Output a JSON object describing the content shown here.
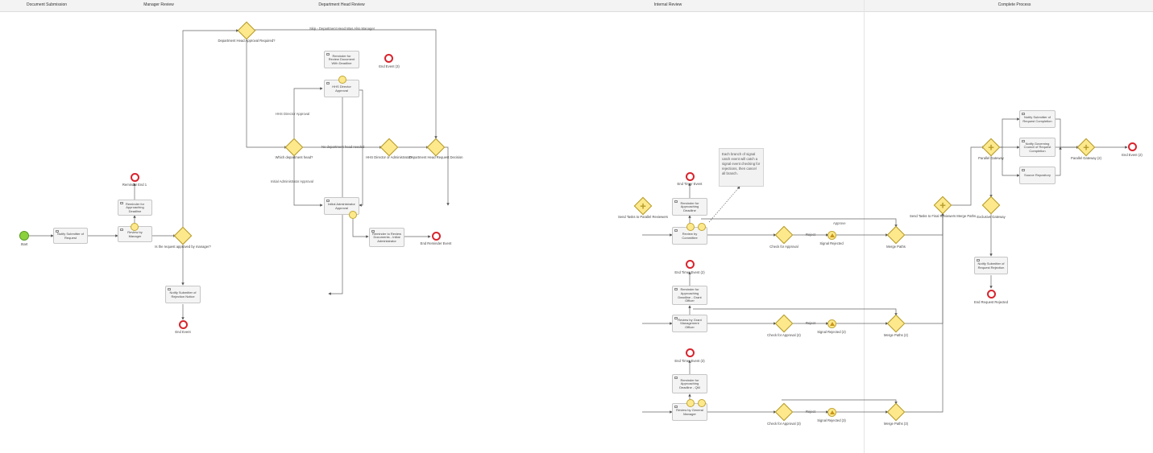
{
  "lanes": [
    {
      "label": "Document Submission"
    },
    {
      "label": "Manager Review"
    },
    {
      "label": "Department Head Review"
    },
    {
      "label": "Internal Review"
    },
    {
      "label": "Complete Process"
    }
  ],
  "events": {
    "start": "Start",
    "reminder_end_1": "Reminder End 1",
    "end_event": "End Event",
    "end_event_3": "End Event (3)",
    "end_reminder_event": "End Reminder Event",
    "end_timer_event": "End Timer Event",
    "end_timer_event_2": "End Timer Event (2)",
    "end_timer_event_3": "End Timer Event (3)",
    "end_request_rejected": "End Request Rejected",
    "end_event_2": "End Event (2)"
  },
  "tasks": {
    "notify_submitter_of_start": "Notify Submitter of Request",
    "reminder_approaching_deadline": "Reminder for Approaching Deadline",
    "review_by_manager": "Review by Manager",
    "notify_submitter_rejection": "Notify Submitter of Rejection Notice",
    "reminder_review_deadline": "Reminder for Review Document With Deadline",
    "hhs_director_approval": "HHS Director Approval",
    "initial_administrator_approval": "Initial Administrator Approval",
    "reminder_to_review_documents": "Reminder to Review Documents - Initial Administrator",
    "reminder_approaching_deadline_2": "Reminder for Approaching Deadline",
    "review_by_committee": "Review by Committee",
    "reminder_approaching_deadline_3": "Reminder for Approaching Deadline - Grant Officer",
    "review_by_grant_officer": "Review by Grant Management Officer",
    "reminder_approaching_deadline_4": "Reminder for Approaching Deadline - QM",
    "review_by_general_manager": "Review by General Manager",
    "notify_submitter_approval": "Notify Submitter of Request Completion",
    "notify_governing_council": "Notify Governing Council of Request Completion",
    "source_repository": "Source Repository",
    "notify_submitter_of_request_rejection": "Notify Submitter of Request Rejection"
  },
  "gateways": {
    "is_manager_approved": "Is the request approved by manager?",
    "department_head_approval_required": "Department Head Approval Required?",
    "which_department_head": "Which department head?",
    "hhs_director_or_administrator": "HHS Director or Administrator?",
    "department_head_request_decision": "Department Head Request Decision",
    "send_tasks_to_reviewers": "Send Tasks to Parallel Reviewers",
    "check_for_approval": "Check for Approval",
    "check_for_approval_2": "Check for Approval (2)",
    "check_for_approval_3": "Check for Approval (3)",
    "merge_paths": "Merge Paths",
    "merge_paths_2": "Merge Paths (2)",
    "merge_paths_3": "Merge Paths (3)",
    "send_tasks_merge_paths": "Send Tasks to Final Reviewers Merge Paths",
    "parallel_gateway": "Parallel Gateway",
    "parallel_gateway_2": "Parallel Gateway (2)",
    "exclusive_gateway": "Exclusive Gateway"
  },
  "signals": {
    "signal_rejected": "Signal Rejected",
    "signal_rejected_2": "Signal Rejected (2)",
    "signal_rejected_3": "Signal Rejected (3)"
  },
  "flows": {
    "skip_department_head": "Skip - Department Head Was Also Manager",
    "hhs_director_approval": "HHS Director Approval",
    "no_department_head_needed": "No department head needed",
    "initial_administrator_approval": "Initial Administrator Approval",
    "reject": "Reject",
    "reject_2": "Reject",
    "reject_3": "Reject",
    "approve": "Approve"
  },
  "annotation": "Each branch of signal catch event will catch a signal event checking for rejections, then cancel all branch.",
  "colors": {
    "gateway": "#fde98c",
    "end_event": "#d8242d",
    "start_event": "#8bd13e",
    "task": "#f4f4f4"
  }
}
